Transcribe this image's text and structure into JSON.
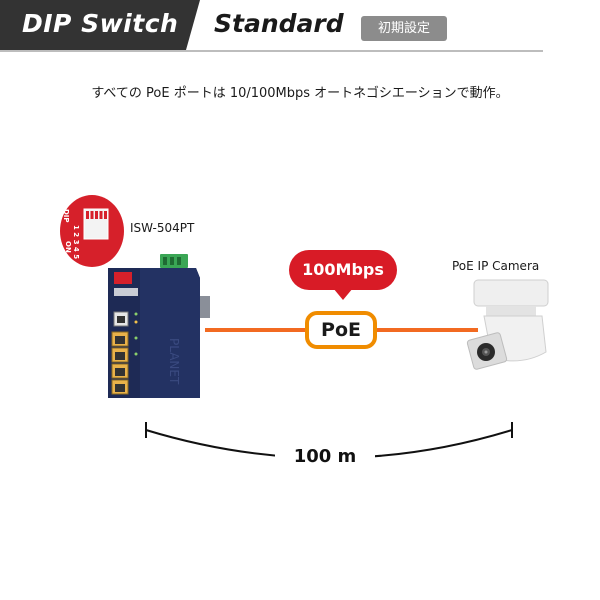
{
  "header": {
    "title_left": "DIP Switch",
    "title_right": "Standard",
    "badge": "初期設定"
  },
  "description": "すべての PoE ポートは 10/100Mbps オートネゴシエーションで動作。",
  "device": {
    "label": "ISW-504PT",
    "dip_labels": {
      "dip": "DIP",
      "numbers": "1 2 3 4 5",
      "on": "ON"
    }
  },
  "camera": {
    "label": "PoE IP Camera"
  },
  "link": {
    "speed": "100Mbps",
    "type": "PoE"
  },
  "distance": "100 m",
  "colors": {
    "header_dark": "#333333",
    "cable": "#f26a21",
    "speed_bubble": "#d81b26",
    "poe_border": "#f08c00",
    "device_body": "#1e2a55",
    "dip_callout": "#d6202a"
  }
}
